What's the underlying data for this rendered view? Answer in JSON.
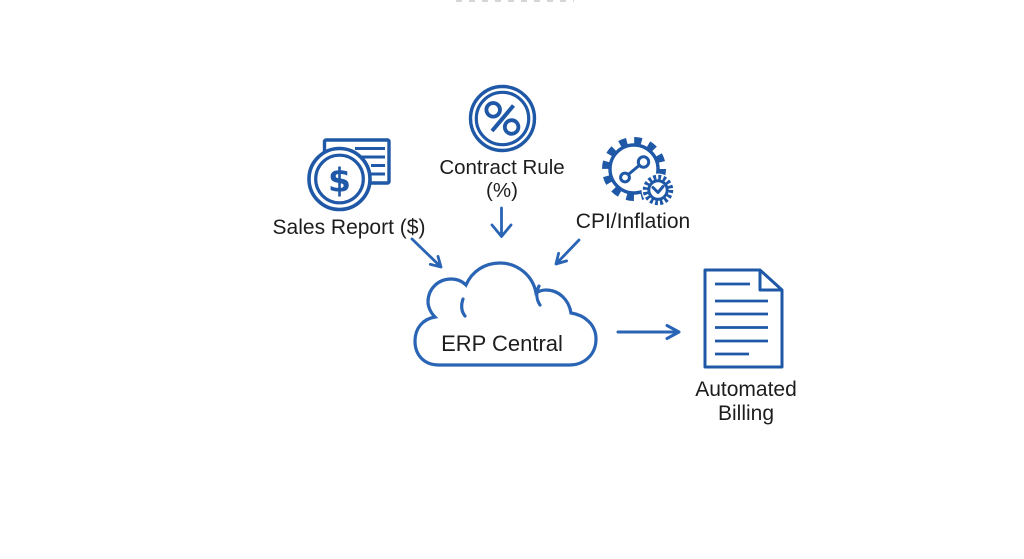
{
  "diagram": {
    "description": "ERP data-flow diagram: three inputs feed ERP Central cloud which outputs automated billing",
    "nodes": {
      "sales_report": {
        "label": "Sales Report ($)",
        "icon": "dollar-coin-report-icon",
        "coin_symbol": "$"
      },
      "contract_rule": {
        "label_line1": "Contract Rule",
        "label_line2": "(%)",
        "icon": "percent-circle-icon"
      },
      "cpi_inflation": {
        "label": "CPI/Inflation",
        "icon": "gear-trend-check-icon"
      },
      "erp_central": {
        "label": "ERP Central",
        "icon": "cloud-icon"
      },
      "automated_billing": {
        "label_line1": "Automated",
        "label_line2": "Billing",
        "icon": "document-icon"
      }
    },
    "edges": [
      {
        "from": "sales_report",
        "to": "erp_central",
        "direction": "down-right"
      },
      {
        "from": "contract_rule",
        "to": "erp_central",
        "direction": "down"
      },
      {
        "from": "cpi_inflation",
        "to": "erp_central",
        "direction": "down-left"
      },
      {
        "from": "erp_central",
        "to": "automated_billing",
        "direction": "right"
      }
    ]
  },
  "colors": {
    "icon_stroke": "#1f58a6",
    "arrow_stroke": "#2a64b4",
    "cloud_stroke": "#2a64b4",
    "label_text": "#1d1d1d",
    "background": "#ffffff"
  }
}
